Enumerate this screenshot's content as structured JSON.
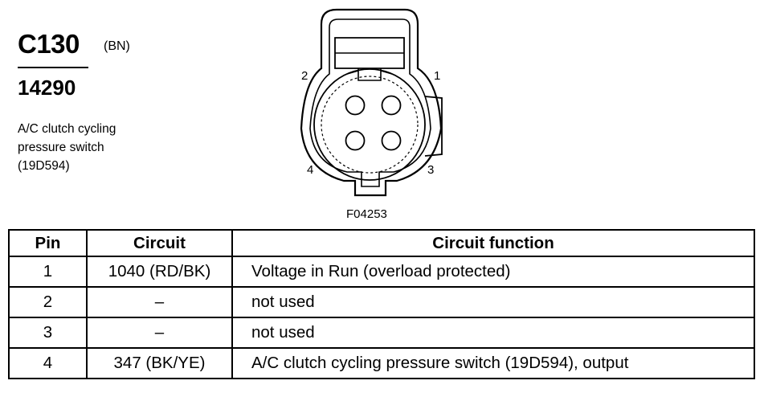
{
  "connector": {
    "id": "C130",
    "color_code": "(BN)",
    "part_number": "14290",
    "description_lines": [
      "A/C clutch cycling",
      "pressure switch",
      "(19D594)"
    ]
  },
  "diagram": {
    "pin_labels": {
      "pin1": "1",
      "pin2": "2",
      "pin3": "3",
      "pin4": "4"
    },
    "figure_id": "F04253"
  },
  "table": {
    "headers": {
      "pin": "Pin",
      "circuit": "Circuit",
      "function": "Circuit function"
    },
    "rows": [
      {
        "pin": "1",
        "circuit": "1040 (RD/BK)",
        "function": "Voltage in Run (overload protected)"
      },
      {
        "pin": "2",
        "circuit": "–",
        "function": "not used"
      },
      {
        "pin": "3",
        "circuit": "–",
        "function": "not used"
      },
      {
        "pin": "4",
        "circuit": "347 (BK/YE)",
        "function": "A/C clutch cycling pressure switch (19D594), output"
      }
    ]
  }
}
